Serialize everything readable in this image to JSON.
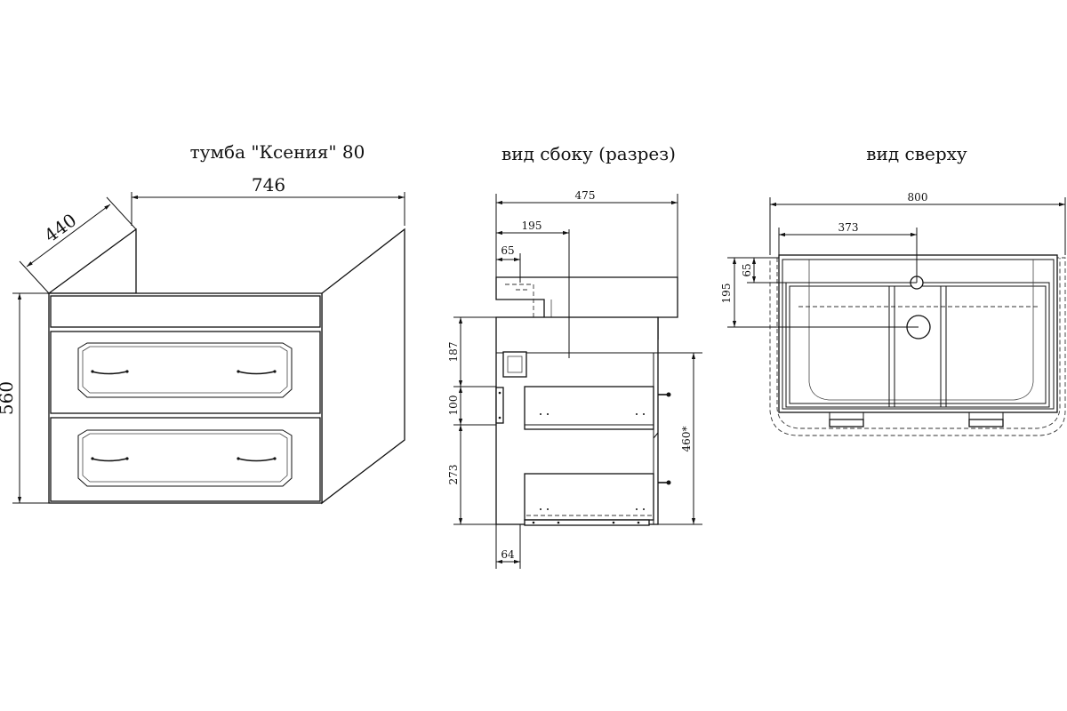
{
  "titles": {
    "main": "тумба \"Ксения\" 80",
    "side": "вид сбоку (разрез)",
    "top": "вид сверху"
  },
  "dims": {
    "main_width": "746",
    "main_depth": "440",
    "main_height": "560",
    "side_depth": "475",
    "side_195": "195",
    "side_65": "65",
    "side_187": "187",
    "side_100": "100",
    "side_273": "273",
    "side_460": "460*",
    "side_64": "64",
    "top_width": "800",
    "top_373": "373",
    "top_65": "65",
    "top_195": "195"
  }
}
